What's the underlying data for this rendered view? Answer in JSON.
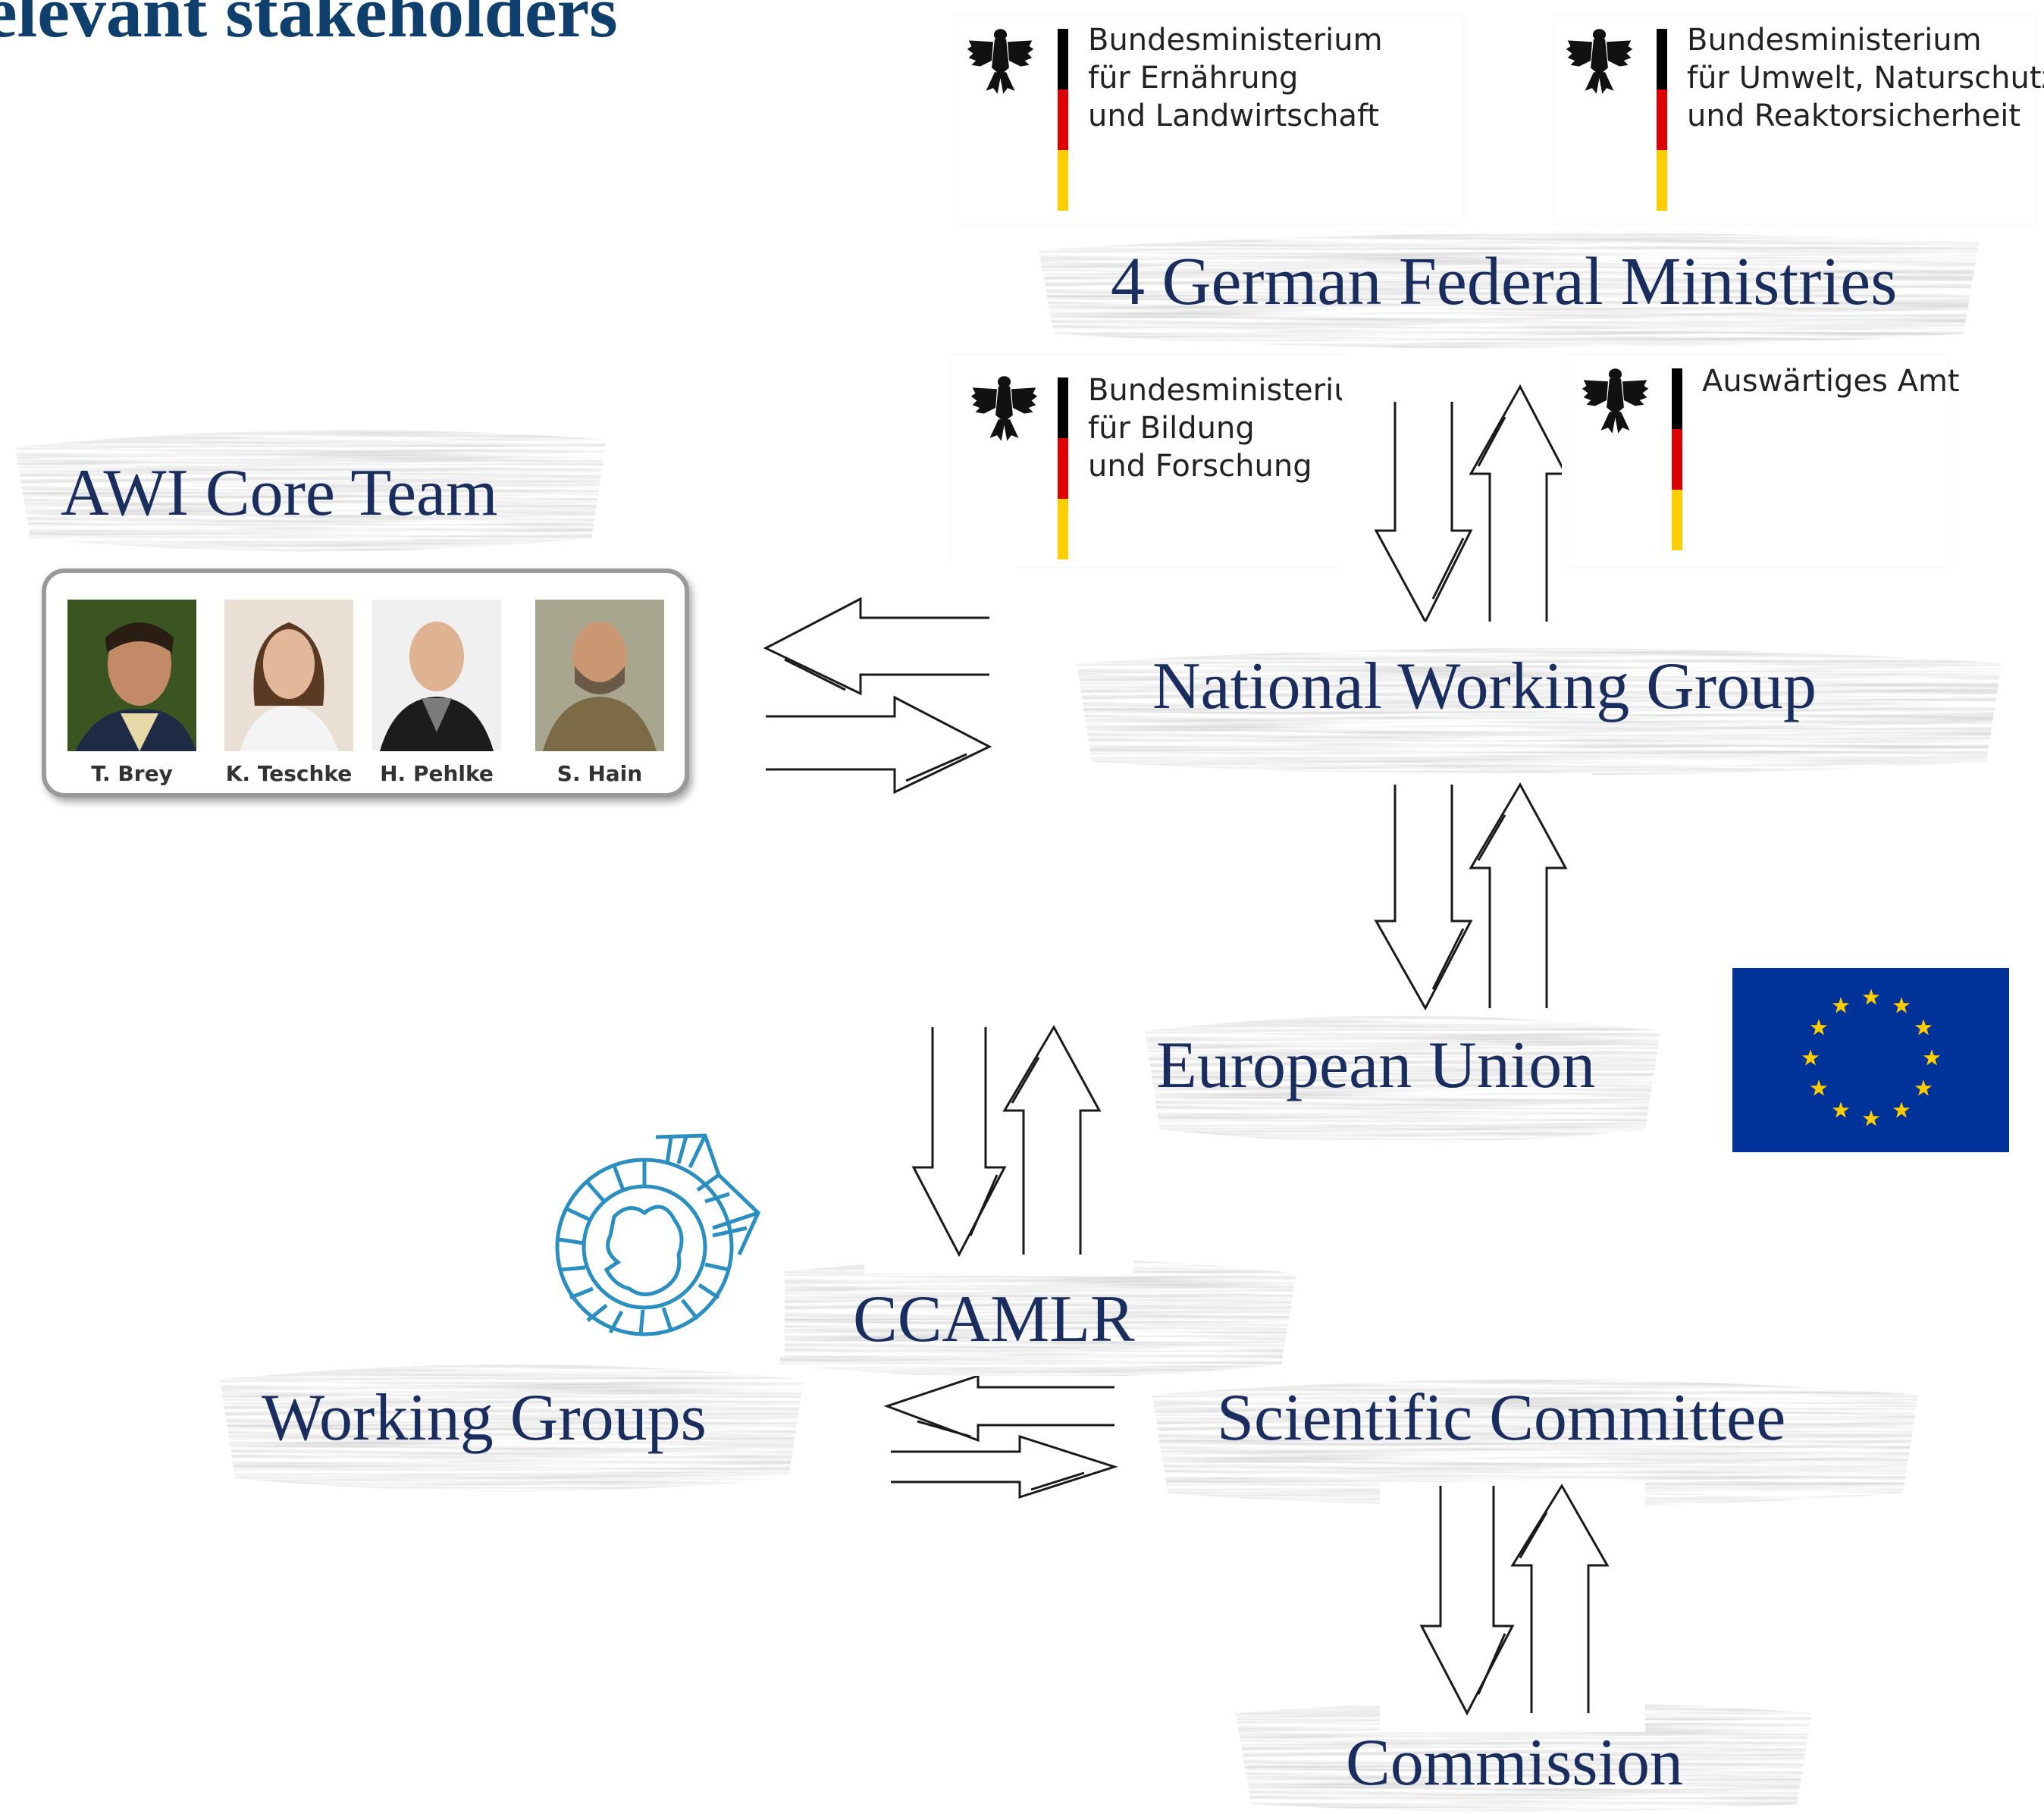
{
  "title": "elevant stakeholders",
  "ministries_heading": "4 German Federal Ministries",
  "ministries": [
    {
      "lines": "Bundesministerium\nfür Ernährung\nund Landwirtschaft"
    },
    {
      "lines": "Bundesministerium\nfür Umwelt, Naturschutz\nund Reaktorsicherheit"
    },
    {
      "lines": "Bundesministerium\nfür Bildung\nund Forschung"
    },
    {
      "lines": "Auswärtiges Amt"
    }
  ],
  "awi": {
    "heading": "AWI Core Team",
    "members": [
      {
        "name": "T. Brey"
      },
      {
        "name": "K. Teschke"
      },
      {
        "name": "H. Pehlke"
      },
      {
        "name": "S. Hain"
      }
    ]
  },
  "nodes": {
    "national": "National Working Group",
    "eu": "European Union",
    "ccamlr": "CCAMLR",
    "working_groups": "Working Groups",
    "scientific_committee": "Scientific Committee",
    "commission": "Commission"
  },
  "colors": {
    "title": "#0f3f6d",
    "label": "#1a2d5f",
    "eu_blue": "#003399",
    "eu_star": "#ffcc00",
    "ccamlr_logo": "#2a8fc0"
  }
}
